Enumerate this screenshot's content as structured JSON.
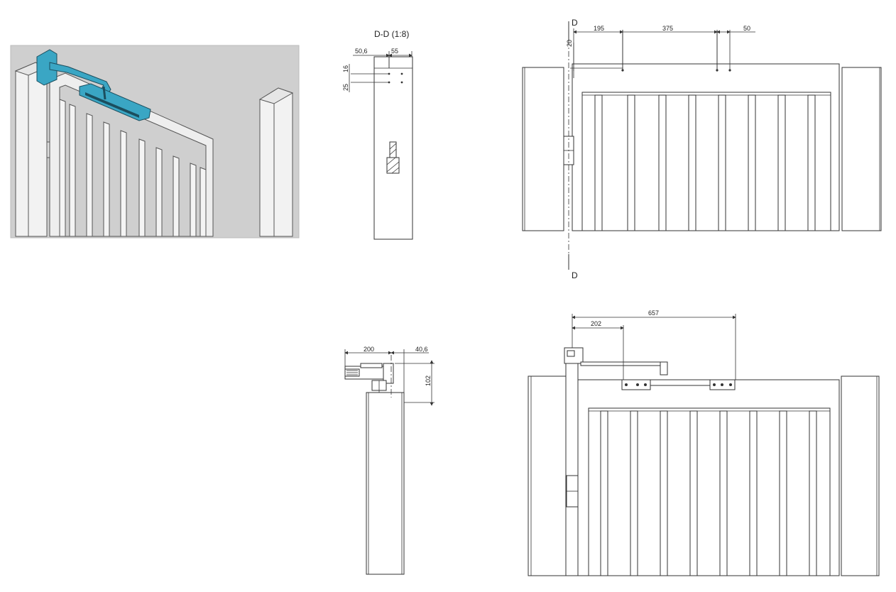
{
  "colors": {
    "operator_blue": "#3aa6c4",
    "iso_background": "#cfcfcf",
    "line": "#333333"
  },
  "section_view": {
    "title": "D-D (1:8)",
    "dim_width_a": "50,6",
    "dim_width_b": "55",
    "dim_height_a": "16",
    "dim_height_b": "25"
  },
  "front_top": {
    "section_marker_top": "D",
    "section_marker_bottom": "D",
    "dim_a": "195",
    "dim_b": "375",
    "dim_c": "50",
    "dim_vertical": "20"
  },
  "side_bottom": {
    "dim_arm": "200",
    "dim_offset": "40,6",
    "dim_height": "102"
  },
  "front_bottom": {
    "dim_total": "657",
    "dim_short": "202"
  }
}
